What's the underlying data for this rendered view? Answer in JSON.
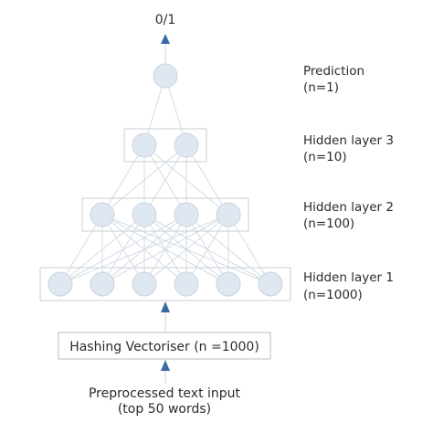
{
  "output_label": "0/1",
  "vectoriser_label": "Hashing Vectoriser (n =1000)",
  "input_label": {
    "line1": "Preprocessed text input",
    "line2": "(top 50 words)"
  },
  "layers": [
    {
      "id": "prediction",
      "name": "Prediction",
      "size": "(n=1)",
      "neurons": 1,
      "boxed": false
    },
    {
      "id": "hidden3",
      "name": "Hidden layer 3",
      "size": "(n=10)",
      "neurons": 2,
      "boxed": true
    },
    {
      "id": "hidden2",
      "name": "Hidden layer 2",
      "size": "(n=100)",
      "neurons": 4,
      "boxed": true
    },
    {
      "id": "hidden1",
      "name": "Hidden layer 1",
      "size": "(n=1000)",
      "neurons": 6,
      "boxed": true
    }
  ],
  "colors": {
    "arrow": "#3a6aa5",
    "neuron_fill": "#dfe7f1",
    "connection": "#d2dbe4"
  }
}
